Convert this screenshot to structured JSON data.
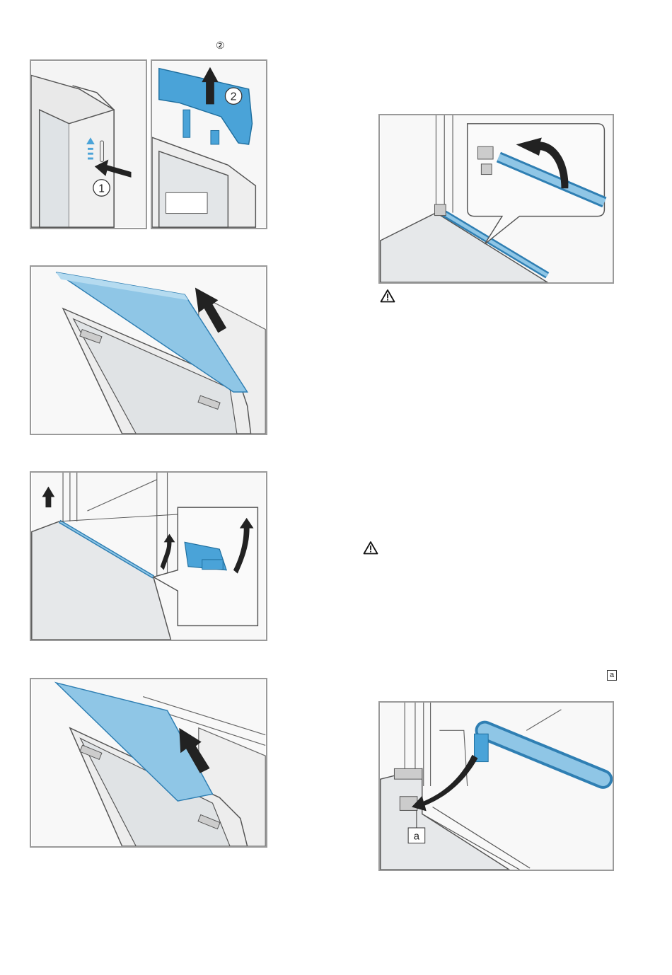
{
  "markers": {
    "step_two_ref": "②",
    "part_ref_a": "a"
  },
  "figures": {
    "fig_clip_release": {
      "label_one": "1",
      "label_two": "2"
    },
    "fig_clip_hook": {
      "label_a": "a"
    }
  },
  "icons": {
    "warning": "warning-triangle-icon",
    "arrow": "arrow-icon"
  },
  "colors": {
    "accent_blue": "#4aa3d8",
    "glass_blue": "#8fc6e6",
    "frame_border": "#9a9a9a",
    "line_art": "#555555"
  }
}
